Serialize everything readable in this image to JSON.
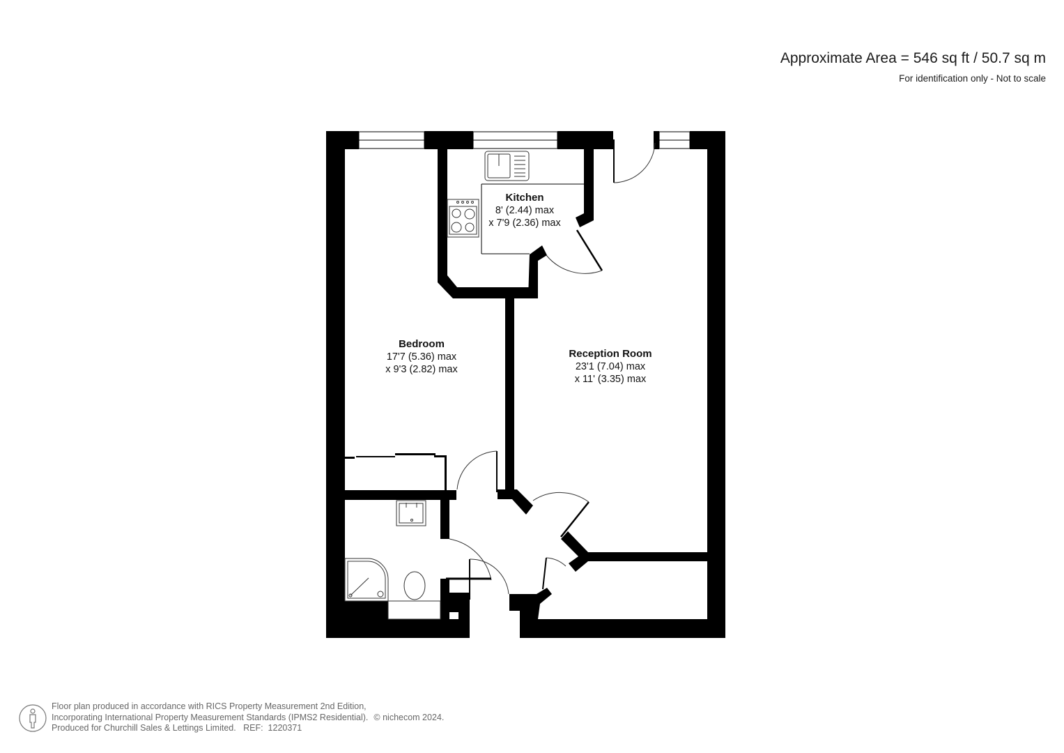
{
  "header": {
    "area": "Approximate Area = 546 sq ft / 50.7 sq m",
    "disclaimer": "For identification only - Not to scale"
  },
  "rooms": {
    "kitchen": {
      "name": "Kitchen",
      "dim1": "8' (2.44) max",
      "dim2": "x 7'9 (2.36) max"
    },
    "bedroom": {
      "name": "Bedroom",
      "dim1": "17'7 (5.36) max",
      "dim2": "x 9'3 (2.82) max"
    },
    "reception": {
      "name": "Reception Room",
      "dim1": "23'1 (7.04) max",
      "dim2": "x 11' (3.35) max"
    }
  },
  "fixtures": [
    "sink-icon",
    "hob-icon",
    "basin-icon",
    "shower-tray-icon",
    "toilet-icon",
    "wardrobe-icon"
  ],
  "footer": {
    "line1": "Floor plan produced in accordance with RICS Property Measurement 2nd Edition,",
    "line2": "Incorporating International Property Measurement Standards (IPMS2 Residential).",
    "copyright": "© nichecom 2024.",
    "line3": "Produced for Churchill Sales & Lettings Limited.   REF:  1220371",
    "icon": "person-icon"
  },
  "colors": {
    "wall": "#000000",
    "background": "#ffffff",
    "footer_text": "#666666"
  }
}
